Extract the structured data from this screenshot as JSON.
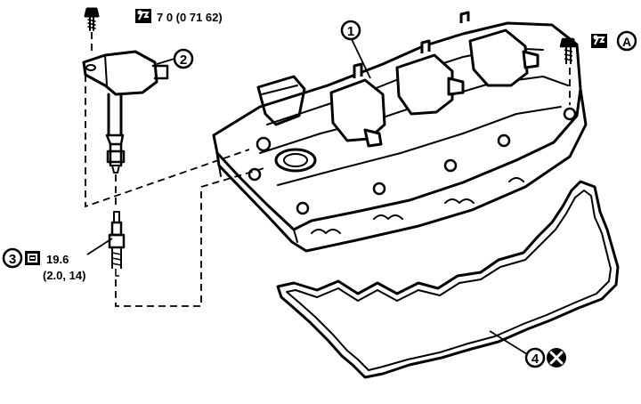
{
  "callouts": {
    "c1": "1",
    "c2": "2",
    "c3": "3",
    "c4": "4",
    "cA": "A"
  },
  "torque": {
    "coil_bolt": "7 0 (0 71  62)",
    "spark_plug_line1": "19.6",
    "spark_plug_line2": "(2.0, 14)"
  },
  "icons": {
    "torque_wrench": "torque-wrench-icon",
    "socket": "spark-plug-socket-icon",
    "do_not_reuse": "do-not-reuse-icon"
  },
  "colors": {
    "ink": "#000000",
    "paper": "#ffffff"
  }
}
